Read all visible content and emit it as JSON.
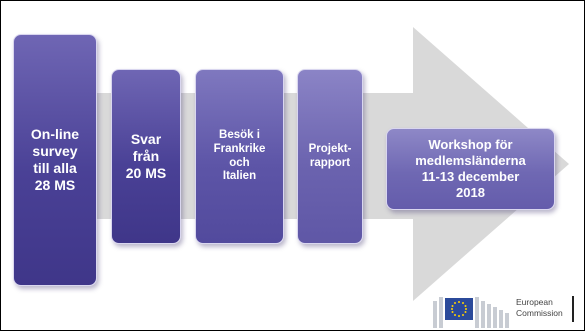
{
  "slide": {
    "steps": [
      {
        "label": "On-line\nsurvey\ntill alla\n28 MS"
      },
      {
        "label": "Svar\nfrån\n20 MS"
      },
      {
        "label": "Besök i\nFrankrike\noch\nItalien"
      },
      {
        "label": "Projekt-\nrapport"
      },
      {
        "label": "Workshop för\nmedlemsländerna\n11-13 december\n2018"
      }
    ]
  },
  "logo": {
    "text": "European\nCommission"
  },
  "colors": {
    "arrow": "#d9d9d9",
    "box_dark": "#4a4196",
    "box_light": "#6f68b3",
    "eu_blue": "#2b4a9a",
    "eu_star": "#ffd200"
  }
}
